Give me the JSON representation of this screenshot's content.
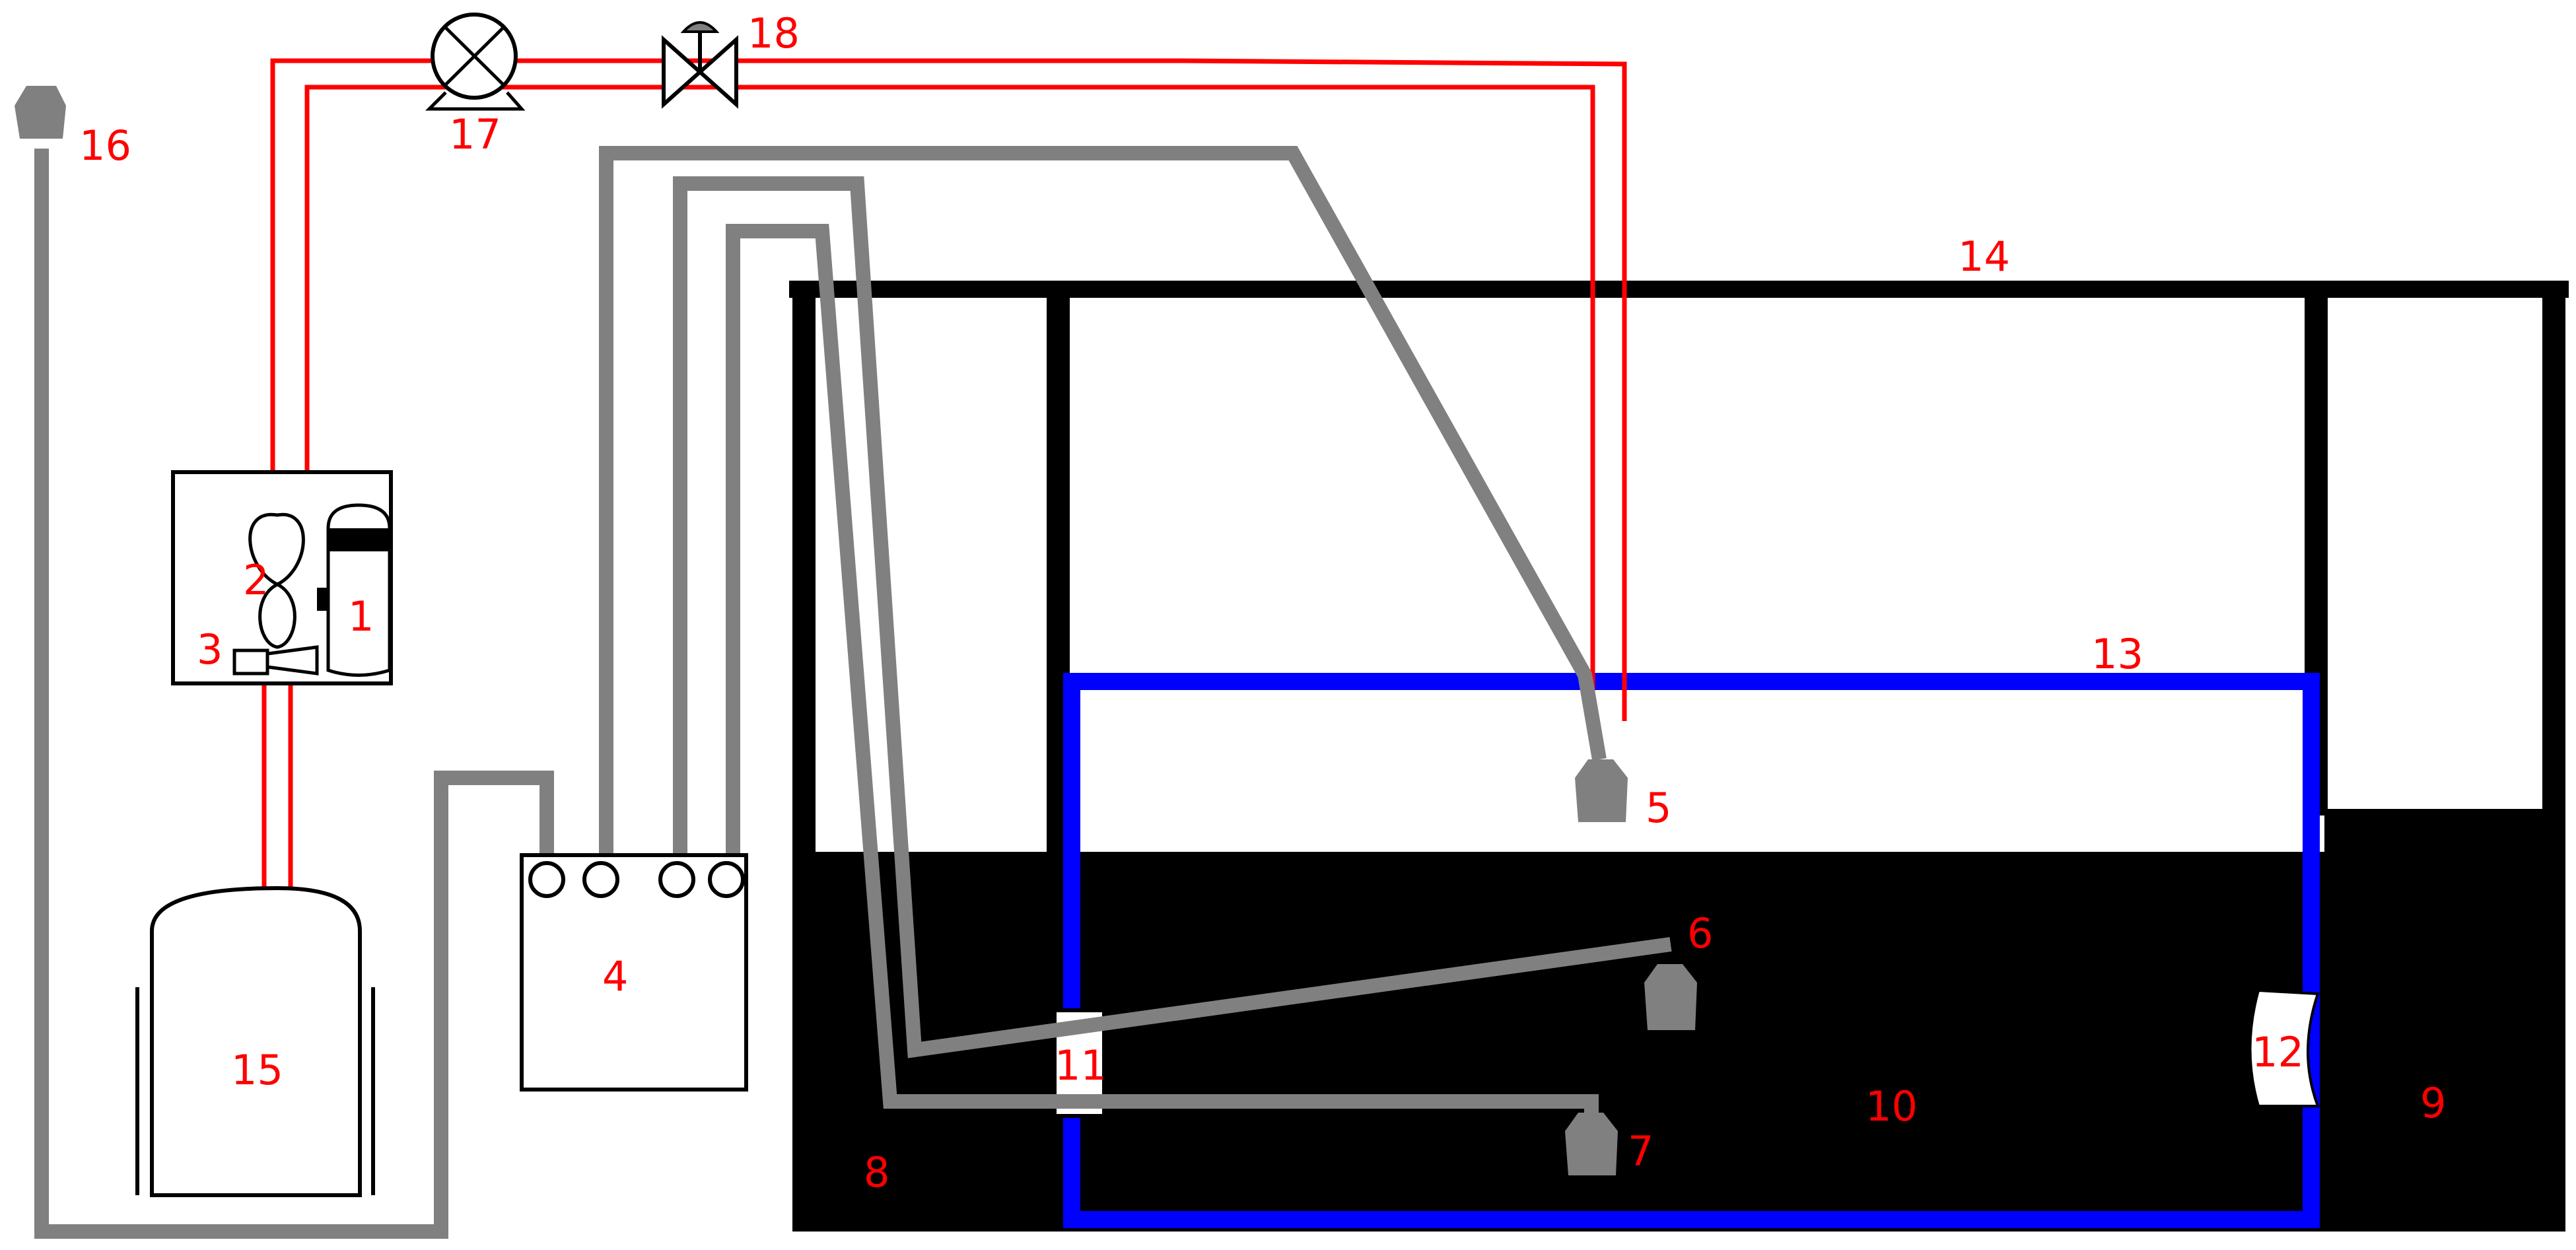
{
  "colors": {
    "gas_line": "#ff0000",
    "pipe": "#808080",
    "tank": "#000000",
    "vessel": "#0000ff",
    "label": "#ff0000",
    "background": "#ffffff"
  },
  "labels": {
    "l1": "1",
    "l2": "2",
    "l3": "3",
    "l4": "4",
    "l5": "5",
    "l6": "6",
    "l7": "7",
    "l8": "8",
    "l9": "9",
    "l10": "10",
    "l11": "11",
    "l12": "12",
    "l13": "13",
    "l14": "14",
    "l15": "15",
    "l16": "16",
    "l17": "17",
    "l18": "18"
  },
  "icons": {
    "pump": "circle-x-pump-icon",
    "valve": "bowtie-valve-icon",
    "fan": "propeller-fan-icon",
    "cylinder": "gas-cylinder-icon",
    "probe": "probe-head-icon",
    "window": "viewport-window-icon"
  }
}
